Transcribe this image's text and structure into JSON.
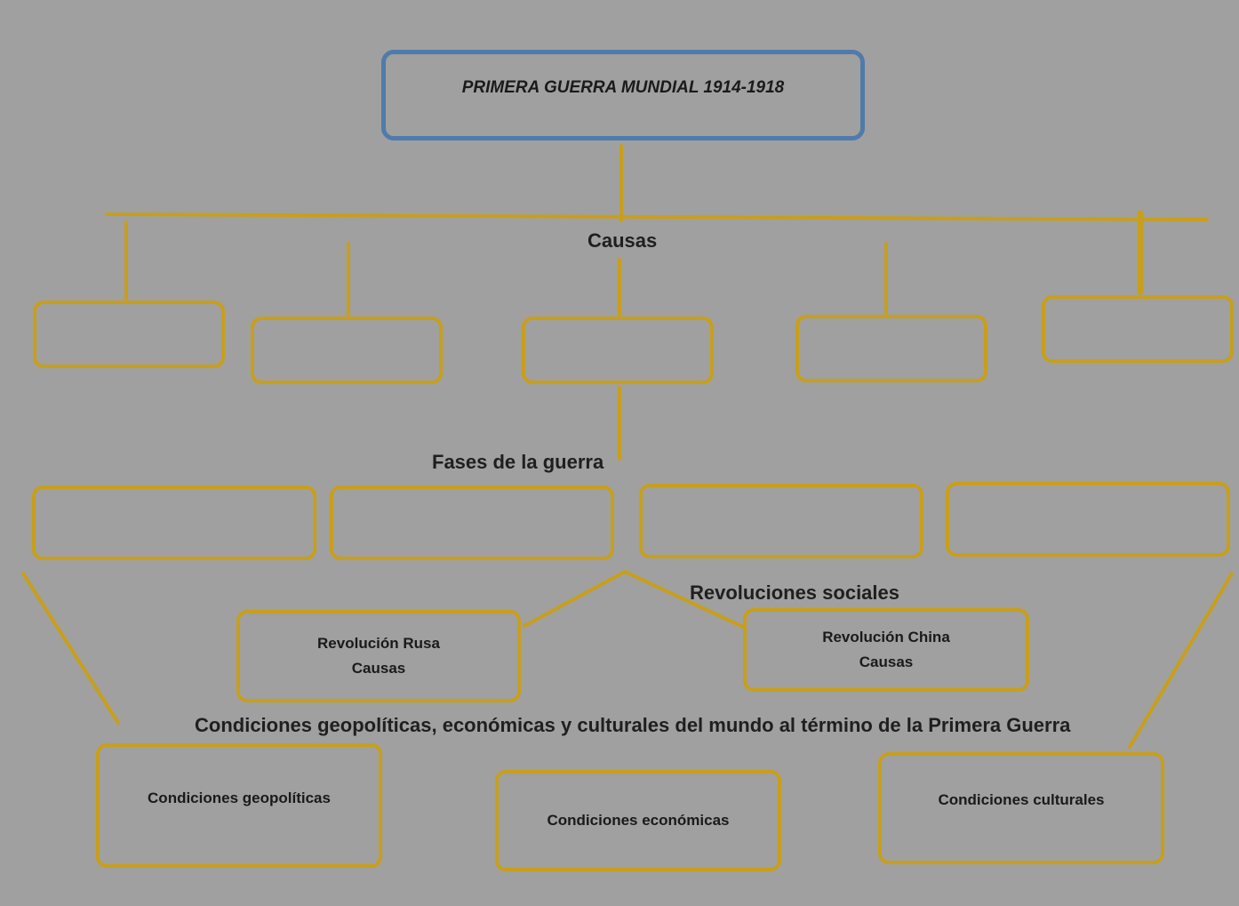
{
  "title": "PRIMERA GUERRA MUNDIAL 1914-1918",
  "sections": {
    "causas": "Causas",
    "fases": "Fases de la guerra",
    "revoluciones": "Revoluciones sociales",
    "condiciones": "Condiciones geopolíticas, económicas y culturales del mundo al término de la Primera Guerra"
  },
  "revoluciones": {
    "rusa": {
      "name": "Revolución Rusa",
      "sub": "Causas"
    },
    "china": {
      "name": "Revolución China",
      "sub": "Causas"
    }
  },
  "condiciones": {
    "geopoliticas": "Condiciones geopolíticas",
    "economicas": "Condiciones económicas",
    "culturales": "Condiciones culturales"
  },
  "colors": {
    "background": "#a0a0a0",
    "title_border": "#4f7bab",
    "box_border": "#c89f1c",
    "connector": "#c89f1c",
    "text": "#1a1a1a"
  }
}
